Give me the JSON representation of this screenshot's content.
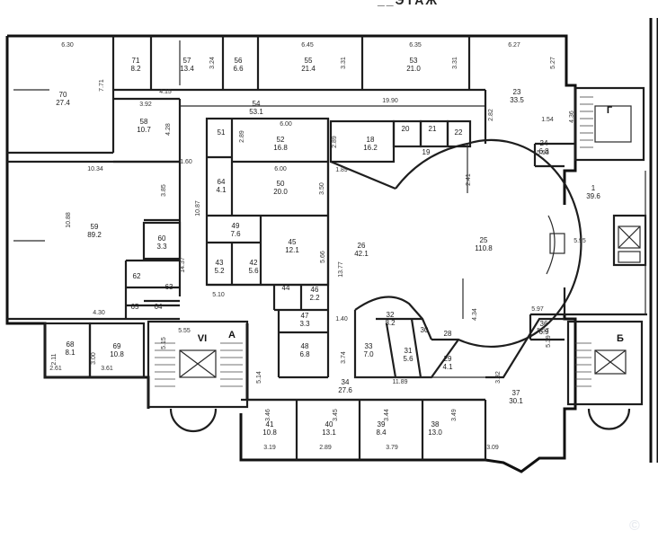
{
  "title": "__ЭТАЖ",
  "rooms": [
    {
      "num": "70",
      "area": "27.4"
    },
    {
      "num": "71",
      "area": "8.2"
    },
    {
      "num": "57",
      "area": "13.4"
    },
    {
      "num": "56",
      "area": "6.6"
    },
    {
      "num": "55",
      "area": "21.4"
    },
    {
      "num": "53",
      "area": "21.0"
    },
    {
      "num": "23",
      "area": "33.5"
    },
    {
      "num": "58",
      "area": "10.7"
    },
    {
      "num": "54",
      "area": "53.1"
    },
    {
      "num": "51",
      "area": ""
    },
    {
      "num": "52",
      "area": "16.8"
    },
    {
      "num": "18",
      "area": "16.2"
    },
    {
      "num": "20",
      "area": ""
    },
    {
      "num": "21",
      "area": ""
    },
    {
      "num": "22",
      "area": ""
    },
    {
      "num": "19",
      "area": ""
    },
    {
      "num": "24",
      "area": "6.8"
    },
    {
      "num": "1",
      "area": "39.6"
    },
    {
      "num": "59",
      "area": "89.2"
    },
    {
      "num": "64",
      "area": "4.1"
    },
    {
      "num": "50",
      "area": "20.0"
    },
    {
      "num": "26",
      "area": "42.1"
    },
    {
      "num": "25",
      "area": "110.8"
    },
    {
      "num": "60",
      "area": "3.3"
    },
    {
      "num": "49",
      "area": "7.6"
    },
    {
      "num": "45",
      "area": "12.1"
    },
    {
      "num": "43",
      "area": "5.2"
    },
    {
      "num": "42",
      "area": "5.6"
    },
    {
      "num": "44",
      "area": ""
    },
    {
      "num": "46",
      "area": "2.2"
    },
    {
      "num": "62",
      "area": ""
    },
    {
      "num": "63",
      "area": ""
    },
    {
      "num": "65",
      "area": ""
    },
    {
      "num": "64",
      "area": ""
    },
    {
      "num": "32",
      "area": "8.2"
    },
    {
      "num": "30",
      "area": ""
    },
    {
      "num": "28",
      "area": ""
    },
    {
      "num": "47",
      "area": "3.3"
    },
    {
      "num": "48",
      "area": "6.8"
    },
    {
      "num": "33",
      "area": "7.0"
    },
    {
      "num": "31",
      "area": "5.6"
    },
    {
      "num": "29",
      "area": "4.1"
    },
    {
      "num": "36",
      "area": "6.9"
    },
    {
      "num": "68",
      "area": "8.1"
    },
    {
      "num": "69",
      "area": "10.8"
    },
    {
      "num": "34",
      "area": "27.6"
    },
    {
      "num": "37",
      "area": "30.1"
    },
    {
      "num": "41",
      "area": "10.8"
    },
    {
      "num": "40",
      "area": "13.1"
    },
    {
      "num": "39",
      "area": "8.4"
    },
    {
      "num": "38",
      "area": "13.0"
    }
  ],
  "dimensions": [
    "6.30",
    "7.71",
    "4.15",
    "3.92",
    "3.24",
    "6.45",
    "3.31",
    "6.35",
    "3.31",
    "6.27",
    "5.27",
    "19.90",
    "2.82",
    "1.54",
    "4.36",
    "5.53",
    "4.28",
    "6.00",
    "2.89",
    "2.89",
    "10.34",
    "1.60",
    "1.89",
    "3.85",
    "6.00",
    "3.50",
    "10.88",
    "10.87",
    "5.95",
    "14.37",
    "5.66",
    "13.77",
    "5.10",
    "4.34",
    "5.97",
    "4.30",
    "1.40",
    "5.55",
    "5.15",
    "3.00",
    "2.11",
    "2.61",
    "3.61",
    "3.74",
    "5.14",
    "5.57",
    "5.39",
    "11.89",
    "3.82",
    "3.46",
    "3.45",
    "3.44",
    "3.49",
    "3.19",
    "2.89",
    "3.79",
    "3.09",
    "2.41"
  ],
  "stair_marks": {
    "a": "А",
    "vi": "VI",
    "b": "Б",
    "g": "Г"
  },
  "watermark": "©"
}
